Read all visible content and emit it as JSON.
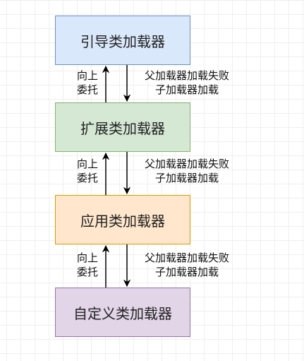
{
  "boxes": [
    {
      "label": "引导类加载器"
    },
    {
      "label": "扩展类加载器"
    },
    {
      "label": "应用类加载器"
    },
    {
      "label": "自定义类加载器"
    }
  ],
  "edges": [
    {
      "up_label": "向上\n委托",
      "down_label": "父加载器加载失败\n子加载器加载"
    },
    {
      "up_label": "向上\n委托",
      "down_label": "父加载器加载失败\n子加载器加载"
    },
    {
      "up_label": "向上\n委托",
      "down_label": "父加载器加载失败\n子加载器加载"
    }
  ],
  "colors": {
    "bootstrap_fill": "#dae8fc",
    "bootstrap_stroke": "#6c8ebf",
    "extension_fill": "#d5e8d4",
    "extension_stroke": "#82b366",
    "application_fill": "#ffe6cc",
    "application_stroke": "#d79b00",
    "custom_fill": "#e1d5e7",
    "custom_stroke": "#9673a6"
  }
}
